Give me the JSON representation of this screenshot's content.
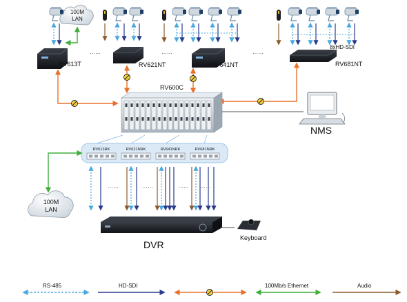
{
  "colors": {
    "rs485": "#4aa8e0",
    "hdsdi": "#283a8a",
    "fiber": "#e8702a",
    "ethernet": "#3fae3a",
    "audio": "#8a5a2b",
    "device": "#1c1f24",
    "rack": "#c8d2da",
    "card_panel": "#dbe9f7"
  },
  "devices": {
    "rv613t": "RV613T",
    "rv621nt": "RV621NT",
    "rv641nt": "RV641NT",
    "rv681nt": "RV681NT",
    "hdsdi_8x": "8xHD-SDI",
    "rv600c": "RV600C",
    "nms": "NMS",
    "dvr": "DVR",
    "keyboard": "Keyboard"
  },
  "clouds": {
    "top_lan": [
      "100M",
      "LAN"
    ],
    "bottom_lan": [
      "100M",
      "LAN"
    ]
  },
  "cards": [
    "RV613RK",
    "RV621NRK",
    "RV641NRK",
    "RV681NRK"
  ],
  "ellipsis": "……",
  "legend": {
    "rs485": "RS-485",
    "hdsdi": "HD-SDI",
    "fiber_icon": "fiber-optic-icon",
    "ethernet": "100Mb/s Ethernet",
    "audio": "Audio"
  }
}
